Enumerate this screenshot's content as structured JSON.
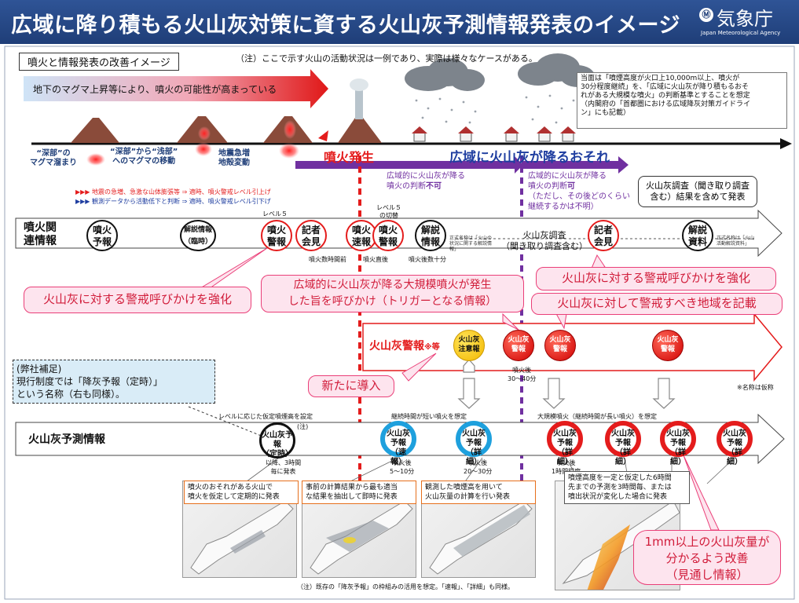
{
  "header": {
    "title": "広域に降り積もる火山灰対策に資する火山灰予測情報発表のイメージ",
    "logo_symbol": "Ⓜ",
    "agency": "気象庁",
    "agency_en": "Japan Meteorological Agency"
  },
  "improvement_tag": "噴火と情報発表の改善イメージ",
  "top_note": "（注）ここで示す火山の活動状況は一例であり、実際は様々なケースがある。",
  "magma_arrow_text": "地下のマグマ上昇等により、噴火の可能性が高まっている",
  "criteria_box": {
    "line1": "当面は「噴煙高度が火口上10,000m以上、噴火が",
    "line2": "30分程度継続」を、「広域に火山灰が降り積もるおそ",
    "line3": "れがある大規模な噴火」の判断基準とすることを想定",
    "line4": "（内閣府の「首都圏における広域降灰対策ガイドライ",
    "line5": "ン」にも記載）"
  },
  "stages": {
    "deep_line1": "“深部”の",
    "deep_line2": "マグマ溜まり",
    "move_line1": "“深部”から“浅部”",
    "move_line2": "へのマグマの移動",
    "quake_line1": "地震急増",
    "quake_line2": "地殻変動"
  },
  "eruption": "噴火発生",
  "ashfall_risk": "広域に火山灰が降るおそれ",
  "legend": {
    "raise": "地震の急増、急激な山体膨張等 ⇒ 適時、噴火警戒レベル引上げ",
    "lower": "観測データから活動低下と判断 ⇒ 適時、噴火警戒レベル引下げ"
  },
  "judge_no": {
    "line1": "広域的に火山灰が降る",
    "line2": "噴火の判断",
    "emph": "不可"
  },
  "judge_yes": {
    "line1": "広域的に火山灰が降る",
    "line2": "噴火の判断",
    "emph": "可",
    "line3": "（ただし、その後どのくらい",
    "line4": "継続するかは不明）"
  },
  "survey_box": {
    "line1": "火山灰調査（聞き取り調査",
    "line2": "含む）結果を含めて発表"
  },
  "volcano_info": {
    "label_line1": "噴火関",
    "label_line2": "連情報",
    "items": [
      {
        "line1": "噴火",
        "line2": "予報"
      },
      {
        "line1": "解説情報",
        "line2": "（臨時）"
      },
      {
        "line1": "噴火",
        "line2": "警報"
      },
      {
        "line1": "記者",
        "line2": "会見"
      },
      {
        "line1": "噴火",
        "line2": "速報"
      },
      {
        "line1": "噴火",
        "line2": "警報"
      },
      {
        "line1": "解説",
        "line2": "情報"
      },
      {
        "line1": "記者",
        "line2": "会見"
      },
      {
        "line1": "解説",
        "line2": "資料"
      }
    ],
    "level5": "レベル５",
    "level5_switch_1": "レベル５",
    "level5_switch_2": "の切替",
    "before_eruption": "噴火数時間前",
    "right_after": "噴火直後",
    "after_minutes": "噴火後数十分",
    "survey_1": "火山灰調査",
    "survey_2": "（聞き取り調査含む）",
    "small_note_1": "正式名称は「火山の状況に関する解説情報」",
    "small_note_2": "正式名称は「火山活動解説資料」"
  },
  "callouts": {
    "strengthen_left": "火山灰に対する警戒呼びかけを強化",
    "trigger_1": "広域的に火山灰が降る大規模噴火が発生",
    "trigger_2": "した旨を呼びかけ（トリガーとなる情報）",
    "strengthen_right": "火山灰に対する警戒呼びかけを強化",
    "area": "火山灰に対して警戒すべき地域を記載",
    "new": "新たに導入",
    "improve_1": "1mm以上の火山灰量が",
    "improve_2": "分かるよう改善",
    "improve_3": "（見通し情報）"
  },
  "ash_warning": {
    "label": "火山灰警報",
    "mark": "※等",
    "balls": [
      {
        "line1": "火山灰",
        "line2": "注意報"
      },
      {
        "line1": "火山灰",
        "line2": "警報"
      },
      {
        "line1": "火山灰",
        "line2": "警報"
      },
      {
        "line1": "火山灰",
        "line2": "警報"
      }
    ],
    "after_1": "噴火後",
    "after_2": "30～40分",
    "tentative": "※名称は仮称"
  },
  "supplement": {
    "line1": "(弊社補足)",
    "line2": "現行制度では「降灰予報（定時）」",
    "line3": "という名称（右も同様）。"
  },
  "forecast": {
    "label": "火山灰予測情報",
    "assume_level": "レベルに応じた仮定噴煙高を設定",
    "assume_short": "継続時間が短い噴火を想定",
    "assume_large": "大規模噴火（継続時間が長い噴火）を想定",
    "nodes": [
      {
        "line1": "火山灰予報",
        "line2": "（定時）"
      },
      {
        "line1": "火山灰予報",
        "line2": "（速報）"
      },
      {
        "line1": "火山灰予報",
        "line2": "（詳細）"
      },
      {
        "line1": "火山灰予報",
        "line2": "（詳細）"
      },
      {
        "line1": "火山灰予報",
        "line2": "（詳細）"
      },
      {
        "line1": "火山灰予報",
        "line2": "（詳細）"
      },
      {
        "line1": "火山灰予報",
        "line2": "（詳細）"
      }
    ],
    "note_mark": "(注)",
    "t1_1": "以降、3時間",
    "t1_2": "毎に発表",
    "t2_1": "噴火後",
    "t2_2": "5～10分",
    "t3_1": "噴火後",
    "t3_2": "20～30分",
    "t4_1": "噴火後",
    "t4_2": "1時間程度"
  },
  "map_notes": [
    {
      "line1": "噴火のおそれがある火山で",
      "line2": "噴火を仮定して定期的に発表"
    },
    {
      "line1": "事前の計算結果から最も適当",
      "line2": "な結果を抽出して即時に発表"
    },
    {
      "line1": "観測した噴煙高を用いて",
      "line2": "火山灰量の計算を行い発表"
    },
    {
      "line1": "噴煙高度を一定と仮定した6時間",
      "line2": "先までの予測を3時間毎、または",
      "line3": "噴出状況が変化した場合に発表"
    }
  ],
  "footnote": "（注）既存の「降灰予報」の枠組みの活用を想定。「速報」、「詳細」も同様。",
  "colors": {
    "header_blue": "#1f3e78",
    "eruption_red": "#e41c1c",
    "risk_blue": "#1f3ea0",
    "purple": "#7030a0",
    "callout_pink": "#fde4ee",
    "forecast_blue": "#1ea0dd"
  }
}
